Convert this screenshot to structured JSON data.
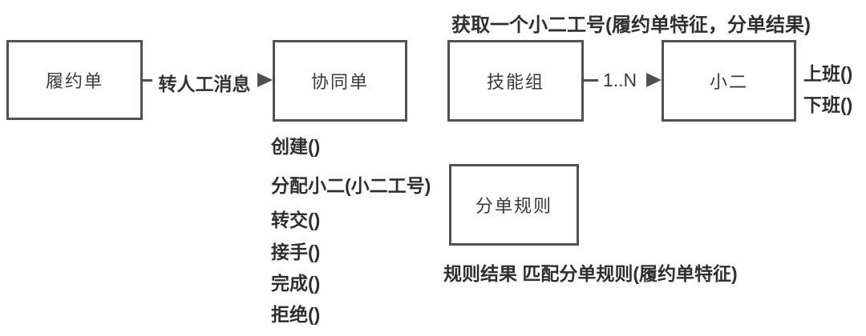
{
  "diagram": {
    "boxes": [
      {
        "id": "fulfillment-order",
        "label": "履约单"
      },
      {
        "id": "collaboration-order",
        "label": "协同单"
      },
      {
        "id": "skill-group",
        "label": "技能组"
      },
      {
        "id": "xiaoer",
        "label": "小二"
      },
      {
        "id": "dispatch-rule",
        "label": "分单规则"
      }
    ],
    "connectors": [
      {
        "from": "fulfillment-order",
        "to": "collaboration-order",
        "label": "转人工消息"
      },
      {
        "from": "skill-group",
        "to": "xiaoer",
        "label": "1..N"
      }
    ],
    "annotations": {
      "skill_group_note": "获取一个小二工号(履约单特征，分单结果)",
      "collab_order_methods": [
        "创建()",
        "分配小二(小二工号)",
        "转交()",
        "接手()",
        "完成()",
        "拒绝()"
      ],
      "xiaoer_methods": [
        "上班()",
        "下班()"
      ],
      "dispatch_rule_note": "规则结果 匹配分单规则(履约单特征)"
    },
    "colors": {
      "stroke": "#515151",
      "text": "#2f2f2f",
      "background": "#ffffff"
    }
  }
}
